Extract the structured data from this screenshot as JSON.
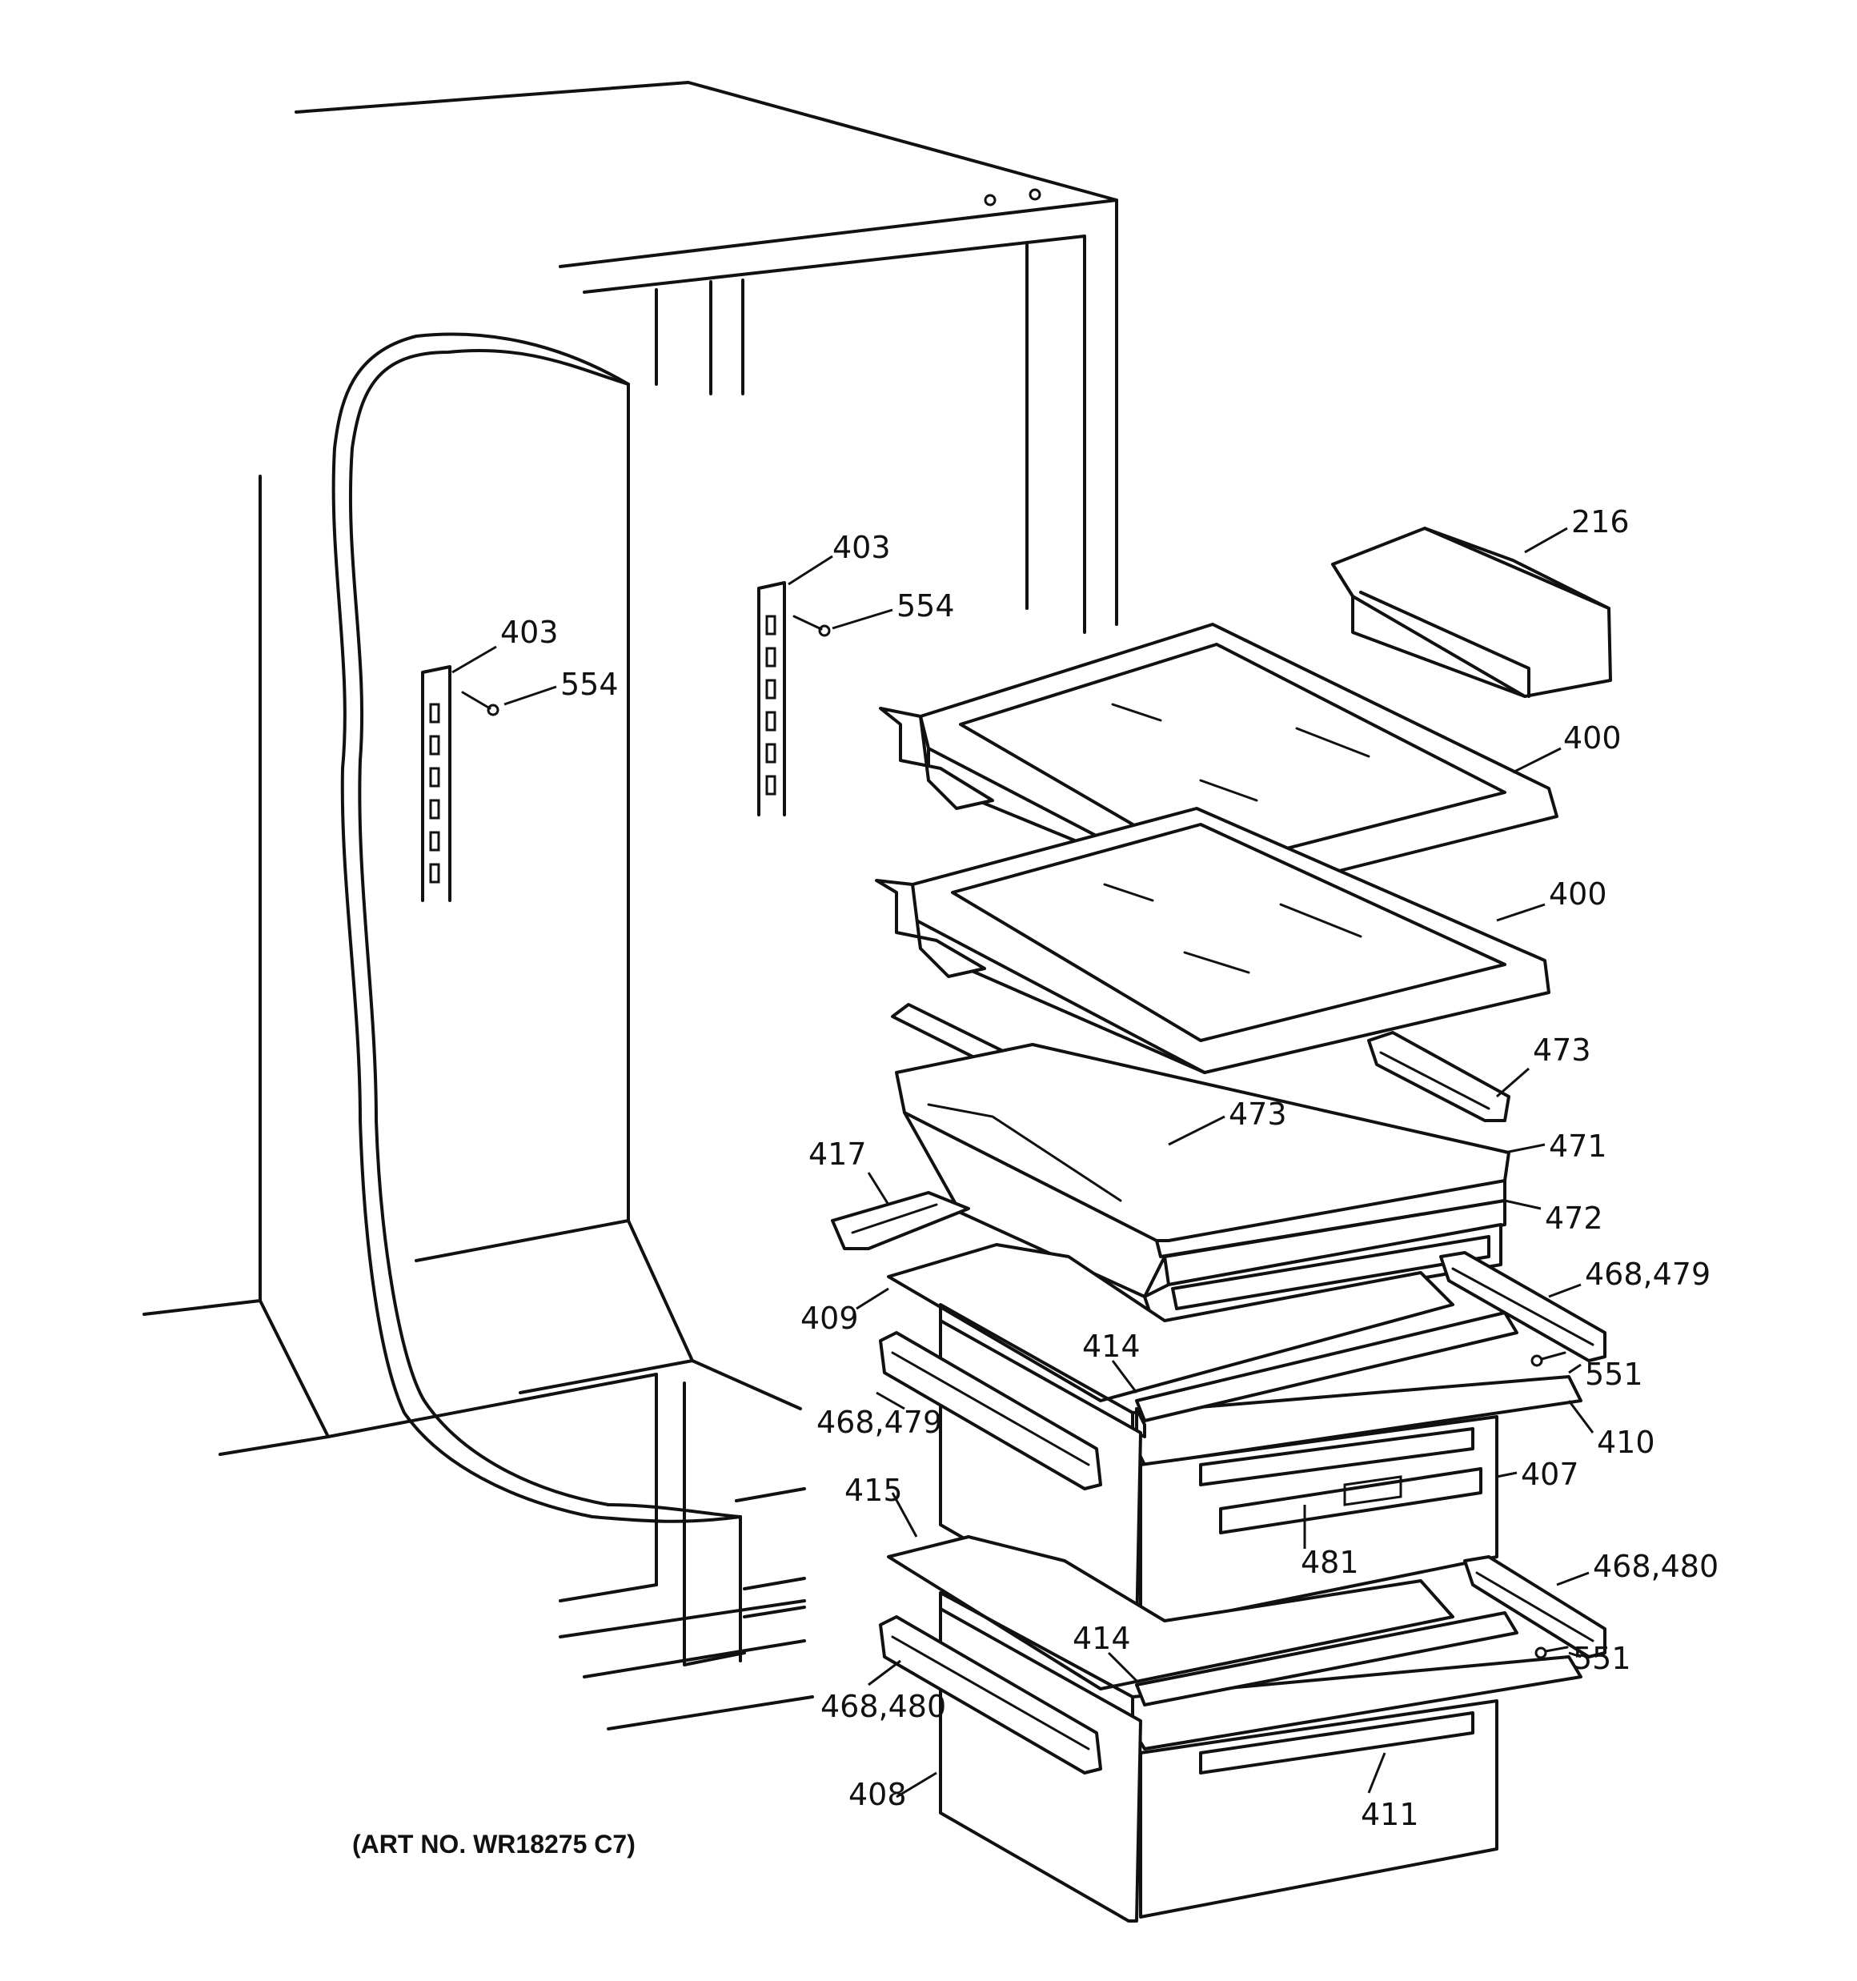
{
  "art_number": "(ART NO. WR18275 C7)",
  "callouts": {
    "c216": "216",
    "c403a": "403",
    "c554a": "554",
    "c403b": "403",
    "c554b": "554",
    "c400a": "400",
    "c400b": "400",
    "c473a": "473",
    "c473b": "473",
    "c417": "417",
    "c471": "471",
    "c472": "472",
    "c468_479a": "468,479",
    "c409": "409",
    "c414a": "414",
    "c551a": "551",
    "c468_479b": "468,479",
    "c410": "410",
    "c407": "407",
    "c415": "415",
    "c481": "481",
    "c468_480a": "468,480",
    "c414b": "414",
    "c551b": "551",
    "c468_480b": "468,480",
    "c411": "411",
    "c408": "408"
  }
}
